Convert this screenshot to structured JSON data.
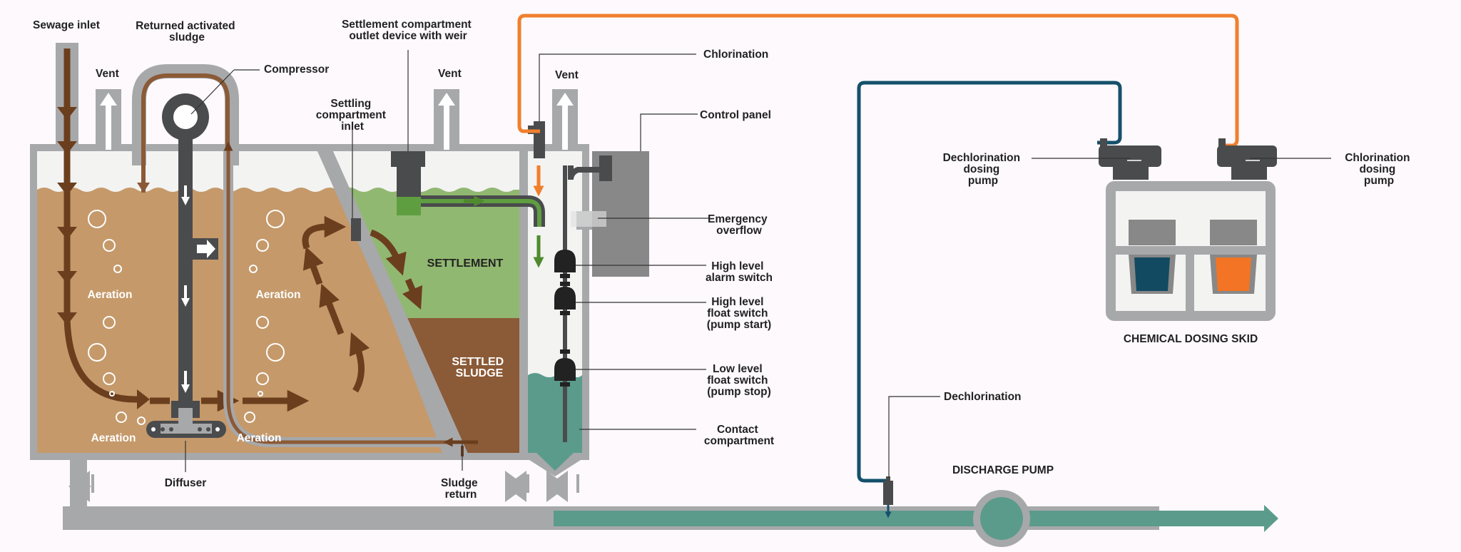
{
  "colors": {
    "background": "#fdf9fc",
    "tank_wall": "#a7a8aa",
    "aeration_liquid": "#c5996a",
    "settlement_liquid": "#91b871",
    "settled_sludge": "#8b5a36",
    "contact_water": "#5b9b8c",
    "sludge_arrow": "#6b3e1e",
    "chlorine_line": "#f07f2d",
    "dechlorination_line": "#14506b",
    "equipment_dark": "#4a4b4d",
    "panel_grey": "#888888"
  },
  "labels": {
    "sewage_inlet": "Sewage inlet",
    "returned_sludge": [
      "Returned activated",
      "sludge"
    ],
    "compressor": "Compressor",
    "vent": "Vent",
    "settling_inlet": [
      "Settling",
      "compartment",
      "inlet"
    ],
    "outlet_device": [
      "Settlement compartment",
      "outlet device with weir"
    ],
    "chlorination": "Chlorination",
    "control_panel": "Control panel",
    "emergency_overflow": [
      "Emergency",
      "overflow"
    ],
    "high_alarm": [
      "High level",
      "alarm switch"
    ],
    "high_float": [
      "High level",
      "float switch",
      "(pump start)"
    ],
    "low_float": [
      "Low level",
      "float switch",
      "(pump stop)"
    ],
    "contact": [
      "Contact",
      "compartment"
    ],
    "dechlor_pump": [
      "Dechlorination",
      "dosing",
      "pump"
    ],
    "chlor_pump": [
      "Chlorination",
      "dosing",
      "pump"
    ],
    "skid": "CHEMICAL DOSING SKID",
    "dechlorination": "Dechlorination",
    "discharge_pump": "DISCHARGE PUMP",
    "diffuser": "Diffuser",
    "sludge_return": [
      "Sludge",
      "return"
    ],
    "aeration": "Aeration",
    "settlement": "SETTLEMENT",
    "settled_sludge": [
      "SETTLED",
      "SLUDGE"
    ]
  }
}
